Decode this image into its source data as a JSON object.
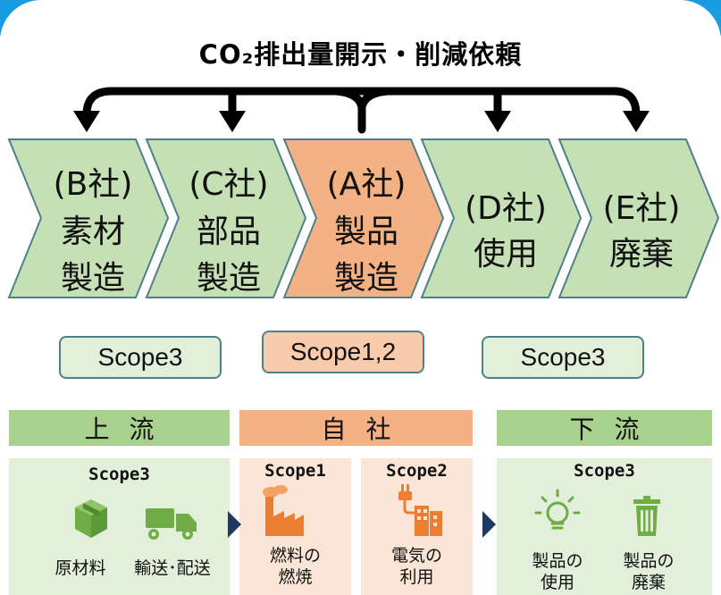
{
  "title": "CO₂排出量開示・削減依頼",
  "chevrons": [
    {
      "line1": "(B社)",
      "line2": "素材",
      "line3": "製造"
    },
    {
      "line1": "(C社)",
      "line2": "部品",
      "line3": "製造"
    },
    {
      "line1": "(A社)",
      "line2": "製品",
      "line3": "製造"
    },
    {
      "line1": "(D社)",
      "line2": "使用",
      "line3": ""
    },
    {
      "line1": "(E社)",
      "line2": "廃棄",
      "line3": ""
    }
  ],
  "scopes": [
    "Scope3",
    "Scope1,2",
    "Scope3"
  ],
  "bands": [
    "上流",
    "自社",
    "下流"
  ],
  "panels": {
    "upstream": {
      "scope": "Scope3",
      "item1": "原材料",
      "item2": "輸送･配送"
    },
    "own_scope1": {
      "scope": "Scope1",
      "label_line1": "燃料の",
      "label_line2": "燃焼"
    },
    "own_scope2": {
      "scope": "Scope2",
      "label_line1": "電気の",
      "label_line2": "利用"
    },
    "downstream": {
      "scope": "Scope3",
      "item1_line1": "製品の",
      "item1_line2": "使用",
      "item2_line1": "製品の",
      "item2_line2": "廃棄"
    }
  },
  "colors": {
    "green": "#c5e0b4",
    "green_dark": "#a9d18e",
    "orange": "#f4b183",
    "orange_band": "#f4b183",
    "pale_green": "#e2efda",
    "pale_orange": "#fbe5d6",
    "blue": "#1a9ce0",
    "navy": "#203864",
    "icon_green": "#70ad47",
    "icon_orange": "#ed7d31"
  },
  "icons": [
    "box-icon",
    "truck-icon",
    "factory-icon",
    "electric-plug-building-icon",
    "light-bulb-icon",
    "trash-can-icon",
    "triangle-arrow-icon"
  ]
}
